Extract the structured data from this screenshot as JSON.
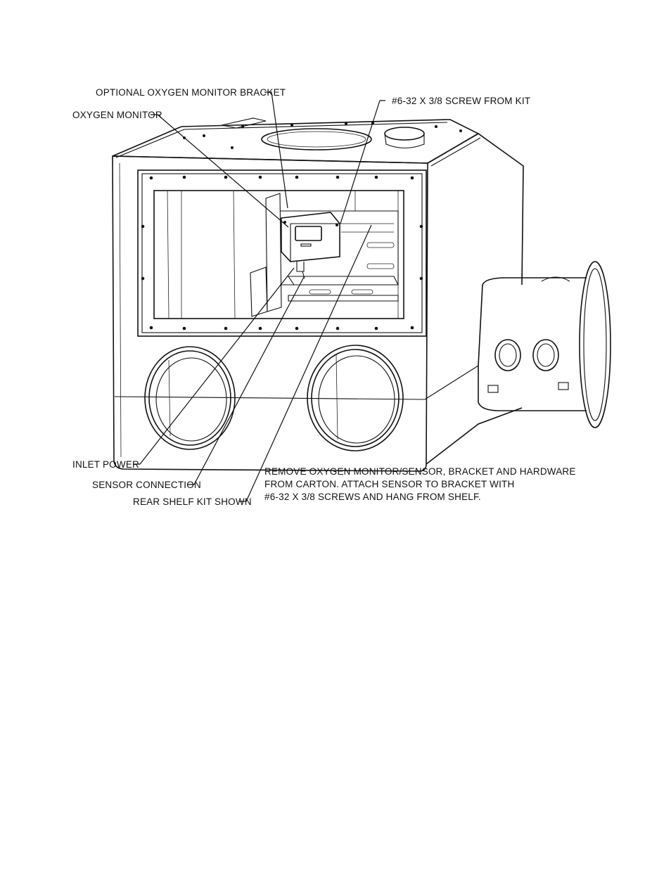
{
  "callouts": {
    "optional_bracket": "OPTIONAL OXYGEN MONITOR BRACKET",
    "oxygen_monitor": "OXYGEN MONITOR",
    "screw_from_kit": "#6-32 X 3/8 SCREW FROM KIT",
    "inlet_power": "INLET POWER",
    "sensor_connection": "SENSOR CONNECTION",
    "rear_shelf_kit": "REAR SHELF KIT SHOWN"
  },
  "instructions": {
    "line1": "REMOVE OXYGEN MONITOR/SENSOR, BRACKET AND HARDWARE",
    "line2": "FROM CARTON. ATTACH SENSOR TO BRACKET WITH",
    "line3": "#6-32 X 3/8 SCREWS AND HANG FROM SHELF."
  }
}
